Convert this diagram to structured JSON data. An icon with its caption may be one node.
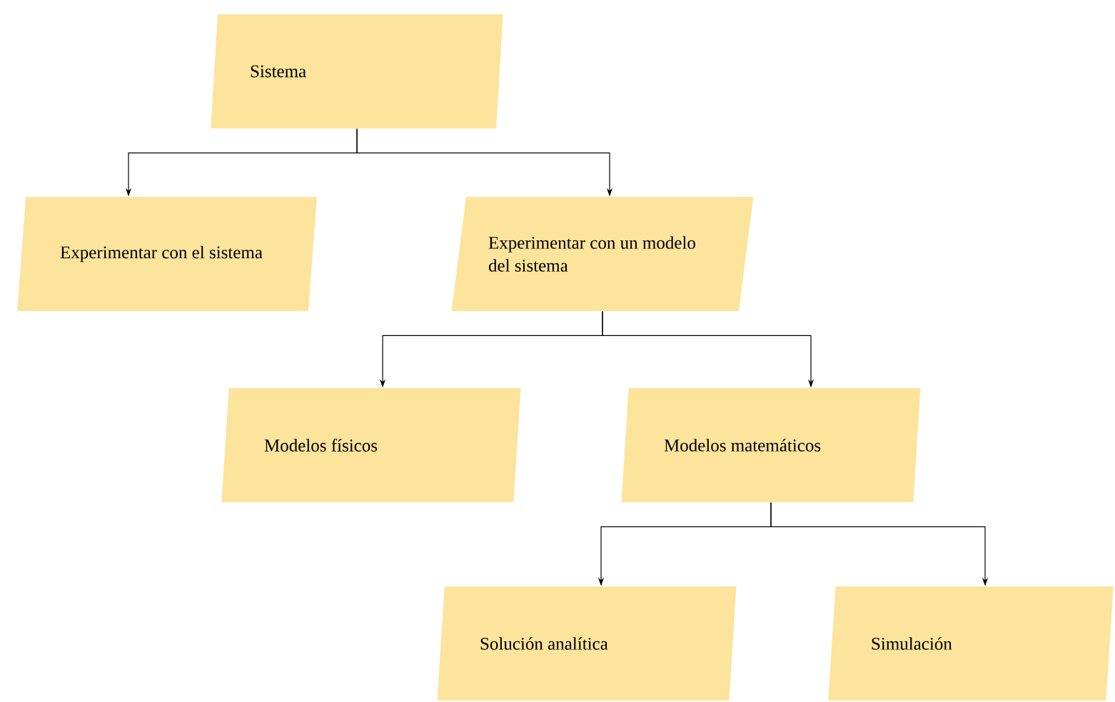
{
  "diagram": {
    "nodes": [
      {
        "text": [
          "Sistema"
        ]
      },
      {
        "text": [
          "Experimentar con el sistema"
        ]
      },
      {
        "text": [
          "Experimentar con un modelo del sistema"
        ]
      },
      {
        "text": [
          "Modelos físicos"
        ]
      },
      {
        "text": [
          "Modelos matemáticos"
        ]
      },
      {
        "text": [
          "Solución analítica"
        ]
      },
      {
        "text": [
          "Simulación"
        ]
      }
    ],
    "edges": [
      {
        "from": 0,
        "to": 1,
        "arrow": "to"
      },
      {
        "from": 0,
        "to": 2,
        "arrow": "to"
      },
      {
        "from": 2,
        "to": 3,
        "arrow": "to"
      },
      {
        "from": 2,
        "to": 4,
        "arrow": "to"
      },
      {
        "from": 4,
        "to": 5,
        "arrow": "to"
      },
      {
        "from": 4,
        "to": 6,
        "arrow": "to"
      }
    ]
  }
}
